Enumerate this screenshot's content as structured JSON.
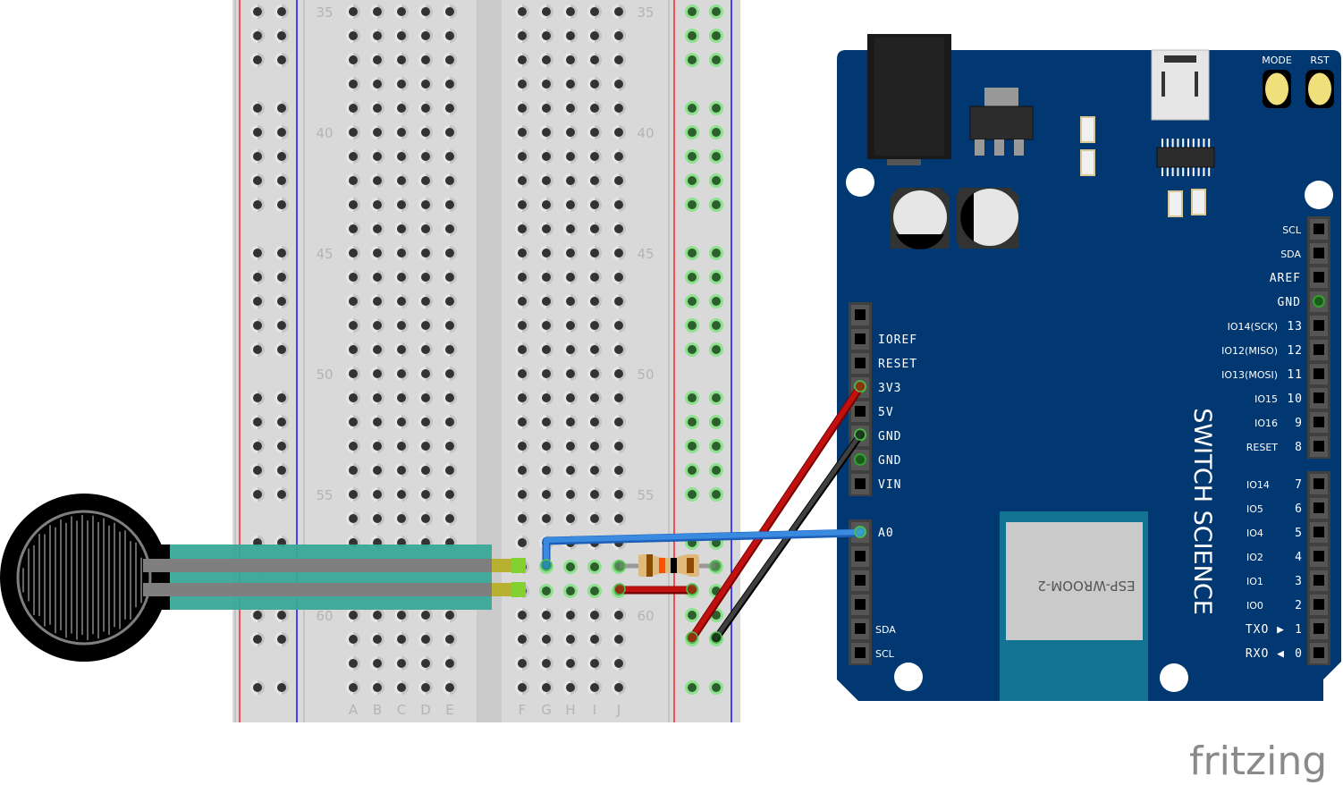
{
  "app": {
    "name": "Fritzing",
    "logo_text": "fritzing"
  },
  "breadboard": {
    "row_labels": [
      "35",
      "40",
      "45",
      "50",
      "55",
      "60"
    ],
    "left_columns": [
      "A",
      "B",
      "C",
      "D",
      "E"
    ],
    "right_columns": [
      "F",
      "G",
      "H",
      "I",
      "J"
    ],
    "visible_rows": {
      "first": 35,
      "last": 63
    },
    "colors": {
      "body": "#d9d9d9",
      "positive_rail": "#ff0000",
      "negative_rail": "#0000ff",
      "hole": "#333333",
      "connected_hole": "#2d5f2d",
      "connected_ring": "#8fe08f"
    }
  },
  "components": {
    "fsr": {
      "name": "Force Sensitive Resistor",
      "color_body": "#000000",
      "color_trace": "#7f7f7f",
      "color_tail": "#3aa898",
      "connected_row": [
        58,
        59
      ]
    },
    "resistor": {
      "name": "Resistor",
      "bands": [
        "#8b4a00",
        "#ff5000",
        "#000000",
        "#8b4a00"
      ],
      "row": 58
    },
    "wires": [
      {
        "name": "analog-wire",
        "color": "#3a7fd0",
        "from": "G58",
        "to": "A0"
      },
      {
        "name": "jumper-wire",
        "color": "#c01010",
        "from": "J59",
        "to": "power-rail"
      },
      {
        "name": "power-wire",
        "color": "#c01010",
        "from": "power-rail",
        "to": "3V3"
      },
      {
        "name": "ground-wire",
        "color": "#303030",
        "from": "ground-rail",
        "to": "GND"
      }
    ]
  },
  "board": {
    "brand": "SWITCH SCIENCE",
    "module_label": "ESP-WROOM-2",
    "buttons": [
      {
        "label": "MODE"
      },
      {
        "label": "RST"
      }
    ],
    "color": "#023872",
    "left_header_pins": [
      "",
      "IOREF",
      "RESET",
      "3V3",
      "5V",
      "GND",
      "GND",
      "VIN"
    ],
    "analog_header_pins": [
      "A0",
      "",
      "",
      "",
      "SDA",
      "SCL"
    ],
    "right_upper_pins": [
      {
        "num": "",
        "label": "SCL",
        "alt": ""
      },
      {
        "num": "",
        "label": "SDA",
        "alt": ""
      },
      {
        "num": "",
        "label": "AREF",
        "alt": ""
      },
      {
        "num": "",
        "label": "GND",
        "alt": ""
      },
      {
        "num": "13",
        "label": "",
        "alt": "IO14(SCK)"
      },
      {
        "num": "12",
        "label": "",
        "alt": "IO12(MISO)"
      },
      {
        "num": "11",
        "label": "",
        "alt": "IO13(MOSI)"
      },
      {
        "num": "10",
        "label": "",
        "alt": "IO15"
      },
      {
        "num": "9",
        "label": "",
        "alt": "IO16"
      },
      {
        "num": "8",
        "label": "",
        "alt": "RESET"
      }
    ],
    "right_lower_pins": [
      {
        "num": "7",
        "alt": "IO14"
      },
      {
        "num": "6",
        "alt": "IO5"
      },
      {
        "num": "5",
        "alt": "IO4"
      },
      {
        "num": "4",
        "alt": "IO2"
      },
      {
        "num": "3",
        "alt": "IO1"
      },
      {
        "num": "2",
        "alt": "IO0"
      },
      {
        "num": "1",
        "alt": "TXO ▶"
      },
      {
        "num": "0",
        "alt": "RXO ◀"
      }
    ]
  }
}
